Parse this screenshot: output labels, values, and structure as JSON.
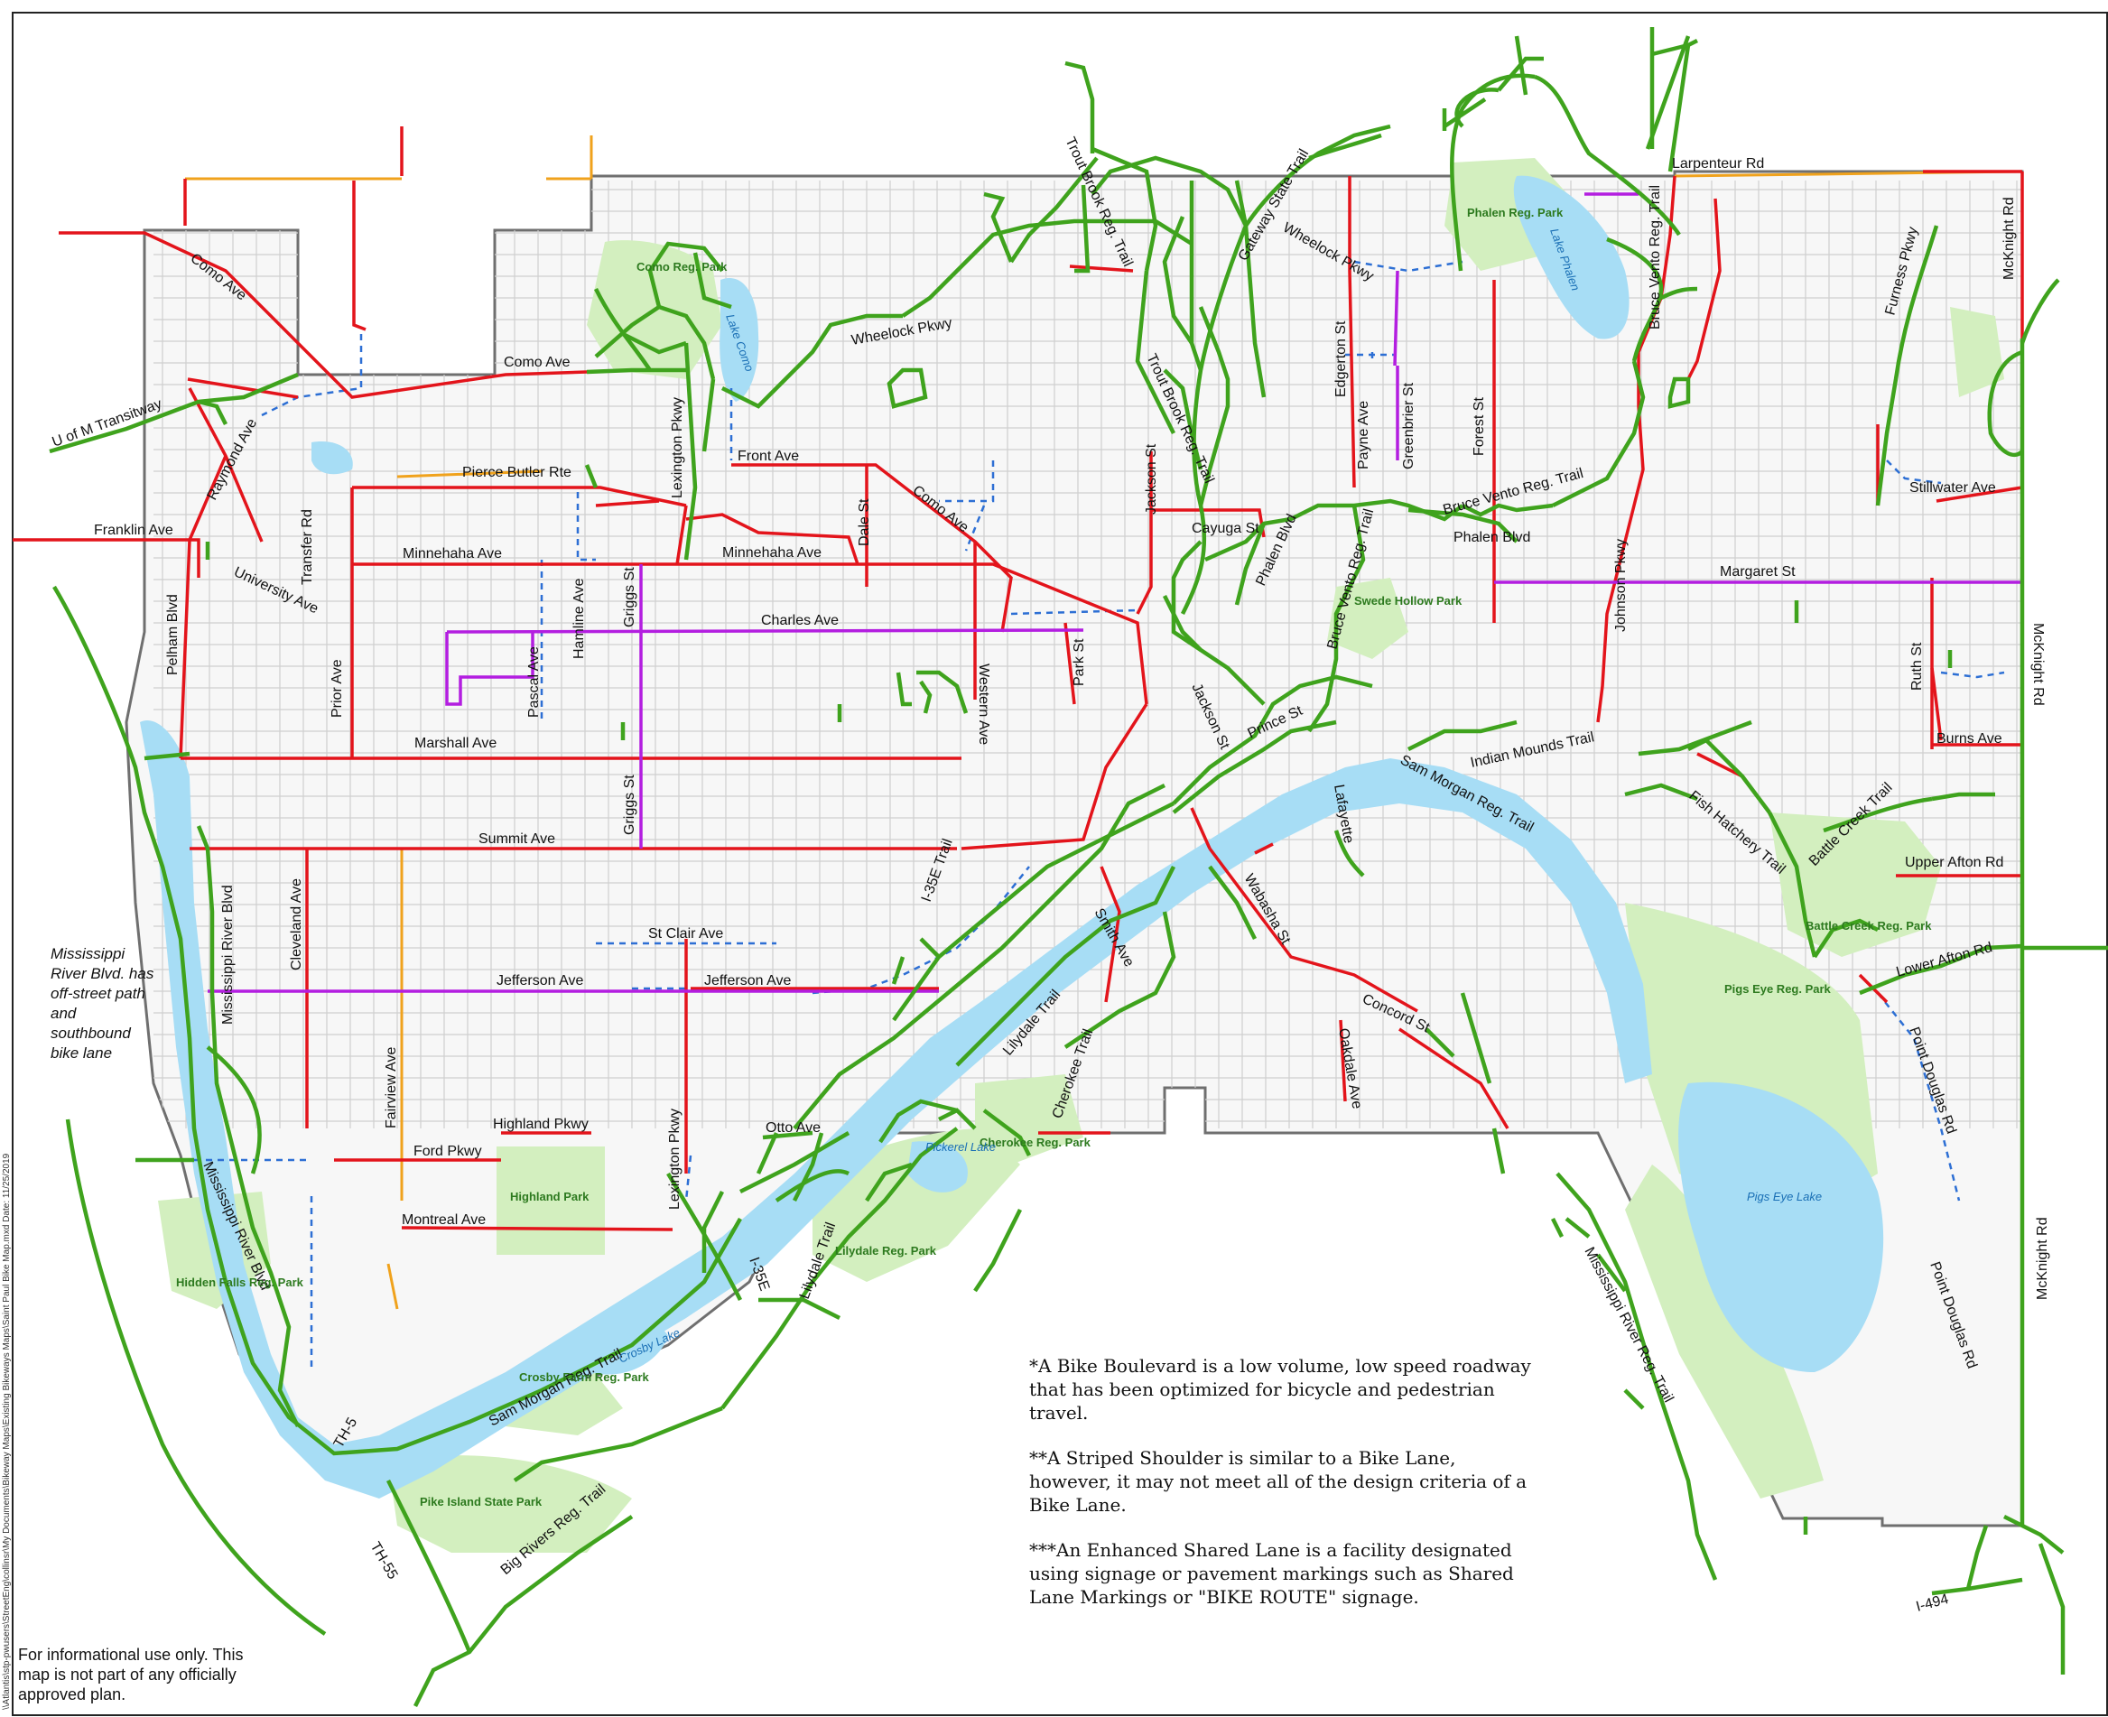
{
  "colors": {
    "bike_lane": "#e3141b",
    "trail": "#3fa31d",
    "bike_boulevard": "#b31ee0",
    "shoulder": "#f0a21c",
    "shared_lane": "#2d6fd4",
    "water": "#a7ddf5",
    "park": "#d3efbf",
    "street": "#c9c9c9",
    "boundary": "#6f6f6f"
  },
  "street_labels": [
    {
      "text": "Como Ave"
    },
    {
      "text": "Como Ave"
    },
    {
      "text": "Como Ave"
    },
    {
      "text": "U of M Transitway"
    },
    {
      "text": "Raymond Ave"
    },
    {
      "text": "Franklin Ave"
    },
    {
      "text": "Transfer Rd"
    },
    {
      "text": "Pierce Butler Rte"
    },
    {
      "text": "Minnehaha Ave"
    },
    {
      "text": "Minnehaha Ave"
    },
    {
      "text": "University Ave"
    },
    {
      "text": "Pelham Blvd"
    },
    {
      "text": "Prior Ave"
    },
    {
      "text": "Hamline Ave"
    },
    {
      "text": "Griggs St"
    },
    {
      "text": "Griggs St"
    },
    {
      "text": "Pascal Ave"
    },
    {
      "text": "Charles Ave"
    },
    {
      "text": "Marshall Ave"
    },
    {
      "text": "Summit Ave"
    },
    {
      "text": "Lexington Pkwy"
    },
    {
      "text": "Lexington Pkwy"
    },
    {
      "text": "Front Ave"
    },
    {
      "text": "Dale St"
    },
    {
      "text": "Western Ave"
    },
    {
      "text": "Park St"
    },
    {
      "text": "Wheelock Pkwy"
    },
    {
      "text": "Wheelock Pkwy"
    },
    {
      "text": "Trout Brook Reg. Trail"
    },
    {
      "text": "Trout Brook Reg. Trail"
    },
    {
      "text": "Gateway State Trail"
    },
    {
      "text": "Jackson St"
    },
    {
      "text": "Jackson St"
    },
    {
      "text": "Cayuga St"
    },
    {
      "text": "Phalen Blvd"
    },
    {
      "text": "Phalen Blvd"
    },
    {
      "text": "Edgerton St"
    },
    {
      "text": "Payne Ave"
    },
    {
      "text": "Greenbrier St"
    },
    {
      "text": "Forest St"
    },
    {
      "text": "Bruce Vento Reg. Trail"
    },
    {
      "text": "Bruce Vento Reg. Trail"
    },
    {
      "text": "Bruce Vento Reg. Trail"
    },
    {
      "text": "Larpenteur Rd"
    },
    {
      "text": "McKnight Rd"
    },
    {
      "text": "McKnight Rd"
    },
    {
      "text": "McKnight Rd"
    },
    {
      "text": "Furness Pkwy"
    },
    {
      "text": "Stillwater Ave"
    },
    {
      "text": "Margaret St"
    },
    {
      "text": "Johnson Pkwy"
    },
    {
      "text": "Ruth St"
    },
    {
      "text": "Burns Ave"
    },
    {
      "text": "Prince St"
    },
    {
      "text": "Lafayette"
    },
    {
      "text": "Indian Mounds Trail"
    },
    {
      "text": "Sam Morgan Reg. Trail"
    },
    {
      "text": "Sam Morgan Reg. Trail"
    },
    {
      "text": "Fish Hatchery Trail"
    },
    {
      "text": "Battle Creek Trail"
    },
    {
      "text": "Upper Afton Rd"
    },
    {
      "text": "Lower Afton Rd"
    },
    {
      "text": "Point Douglas Rd"
    },
    {
      "text": "Point Douglas Rd"
    },
    {
      "text": "Wabasha St"
    },
    {
      "text": "Concord St"
    },
    {
      "text": "Oakdale Ave"
    },
    {
      "text": "Smith Ave"
    },
    {
      "text": "I-35E Trail"
    },
    {
      "text": "St Clair Ave"
    },
    {
      "text": "Jefferson Ave"
    },
    {
      "text": "Jefferson Ave"
    },
    {
      "text": "Cleveland Ave"
    },
    {
      "text": "Mississippi River Blvd"
    },
    {
      "text": "Mississippi River Blvd"
    },
    {
      "text": "Fairview Ave"
    },
    {
      "text": "Highland Pkwy"
    },
    {
      "text": "Ford Pkwy"
    },
    {
      "text": "Montreal Ave"
    },
    {
      "text": "Otto Ave"
    },
    {
      "text": "Lilydale Trail"
    },
    {
      "text": "Lilydale Trail"
    },
    {
      "text": "Cherokee Trail"
    },
    {
      "text": "I-35E"
    },
    {
      "text": "TH-5"
    },
    {
      "text": "TH-55"
    },
    {
      "text": "Big Rivers Reg. Trail"
    },
    {
      "text": "Mississippi River Reg. Trail"
    },
    {
      "text": "I-494"
    }
  ],
  "park_labels": [
    {
      "text": "Como Reg. Park"
    },
    {
      "text": "Phalen Reg. Park"
    },
    {
      "text": "Swede Hollow Park"
    },
    {
      "text": "Highland Park"
    },
    {
      "text": "Hidden Falls Reg. Park"
    },
    {
      "text": "Crosby Farm Reg. Park"
    },
    {
      "text": "Pike Island State Park"
    },
    {
      "text": "Lilydale Reg. Park"
    },
    {
      "text": "Cherokee Reg. Park"
    },
    {
      "text": "Battle Creek Reg. Park"
    },
    {
      "text": "Pigs Eye Reg. Park"
    }
  ],
  "water_labels": [
    {
      "text": "Lake Como"
    },
    {
      "text": "Lake Phalen"
    },
    {
      "text": "Pickerel Lake"
    },
    {
      "text": "Crosby Lake"
    },
    {
      "text": "Pigs Eye Lake"
    }
  ],
  "river_note": "Mississippi River Blvd. has off-street path and southbound bike lane",
  "notes": [
    "*A Bike Boulevard is a low volume, low speed roadway that has been optimized for bicycle and pedestrian travel.",
    "**A Striped Shoulder is similar to a Bike Lane, however, it may not meet all of the design criteria of a Bike Lane.",
    "***An Enhanced Shared Lane is a facility designated using signage or pavement markings such as Shared Lane Markings or \"BIKE ROUTE\" signage."
  ],
  "disclaimer": "For informational use only. This map is not part of any officially approved plan.",
  "file_path": "\\\\Atlantis\\stp-pwusers\\StreetEng\\collinsr\\My Documents\\Bikeway Maps\\Existing Bikeways Maps\\Saint Paul Bike Map.mxd Date: 11/25/2019"
}
